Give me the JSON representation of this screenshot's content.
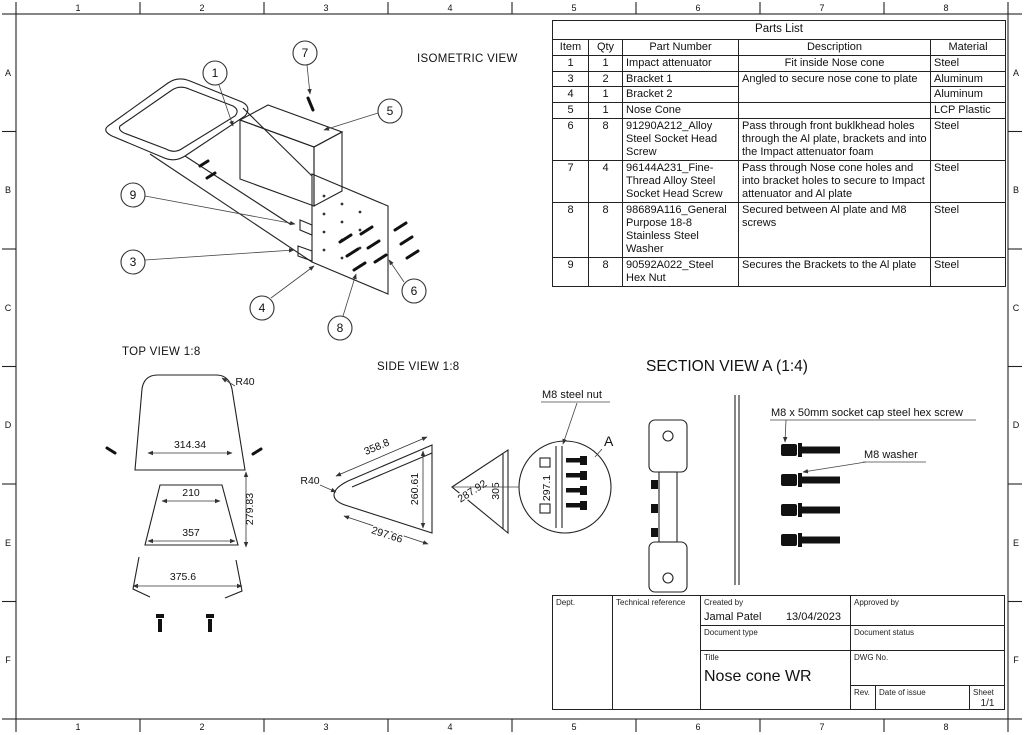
{
  "frame": {
    "columns": [
      "1",
      "2",
      "3",
      "4",
      "5",
      "6",
      "7",
      "8"
    ],
    "rows": [
      "A",
      "B",
      "C",
      "D",
      "E",
      "F"
    ]
  },
  "parts_list": {
    "title": "Parts List",
    "headers": {
      "item": "Item",
      "qty": "Qty",
      "part_number": "Part Number",
      "description": "Description",
      "material": "Material"
    },
    "rows": [
      {
        "item": "1",
        "qty": "1",
        "part_number": "Impact attenuator",
        "description": "Fit inside Nose cone",
        "material": "Steel"
      },
      {
        "item": "3",
        "qty": "2",
        "part_number": "Bracket 1",
        "description": "Angled to secure nose cone to plate",
        "material": "Aluminum"
      },
      {
        "item": "4",
        "qty": "1",
        "part_number": "Bracket 2",
        "description": "",
        "material": "Aluminum"
      },
      {
        "item": "5",
        "qty": "1",
        "part_number": "Nose Cone",
        "description": "",
        "material": "LCP Plastic"
      },
      {
        "item": "6",
        "qty": "8",
        "part_number": "91290A212_Alloy Steel Socket Head Screw",
        "description": "Pass through front buklkhead holes through the Al plate, brackets and into the Impact attenuator foam",
        "material": "Steel"
      },
      {
        "item": "7",
        "qty": "4",
        "part_number": "96144A231_Fine-Thread Alloy Steel Socket Head Screw",
        "description": "Pass through Nose cone holes and into bracket holes to secure to Impact attenuator and Al plate",
        "material": "Steel"
      },
      {
        "item": "8",
        "qty": "8",
        "part_number": "98689A116_General Purpose 18-8 Stainless Steel Washer",
        "description": "Secured between Al plate and M8 screws",
        "material": "Steel"
      },
      {
        "item": "9",
        "qty": "8",
        "part_number": "90592A022_Steel Hex Nut",
        "description": "Secures the Brackets to the Al plate",
        "material": "Steel"
      }
    ]
  },
  "views": {
    "isometric": {
      "label": "ISOMETRIC VIEW",
      "balloons": [
        "7",
        "1",
        "5",
        "9",
        "3",
        "4",
        "8",
        "6"
      ]
    },
    "top": {
      "label": "TOP VIEW 1:8",
      "dim_radius": "R40",
      "dim_width_top": "314.34",
      "dim_width_mid": "210",
      "dim_height": "279.83",
      "dim_width_lower": "357",
      "dim_width_bottom": "375.6"
    },
    "side": {
      "label": "SIDE VIEW 1:8",
      "dim_slant": "358.8",
      "dim_radius": "R40",
      "dim_height_right": "260.61",
      "dim_bottom": "297.66",
      "dim_slant2": "287.92",
      "dim_height_mid": "305",
      "dim_plate": "297.1",
      "section_marker": "A",
      "nut_label": "M8 steel nut"
    },
    "section": {
      "label": "SECTION VIEW A (1:4)",
      "screw_label": "M8 x 50mm socket cap steel hex screw",
      "washer_label": "M8 washer"
    }
  },
  "title_block": {
    "dept_label": "Dept.",
    "technical_reference_label": "Technical reference",
    "created_by_label": "Created by",
    "created_by": "Jamal Patel",
    "created_date": "13/04/2023",
    "approved_by_label": "Approved by",
    "document_type_label": "Document type",
    "document_status_label": "Document status",
    "title_label": "Title",
    "title": "Nose cone WR",
    "dwg_no_label": "DWG No.",
    "rev_label": "Rev.",
    "date_of_issue_label": "Date of issue",
    "sheet_label": "Sheet",
    "sheet": "1/1"
  }
}
